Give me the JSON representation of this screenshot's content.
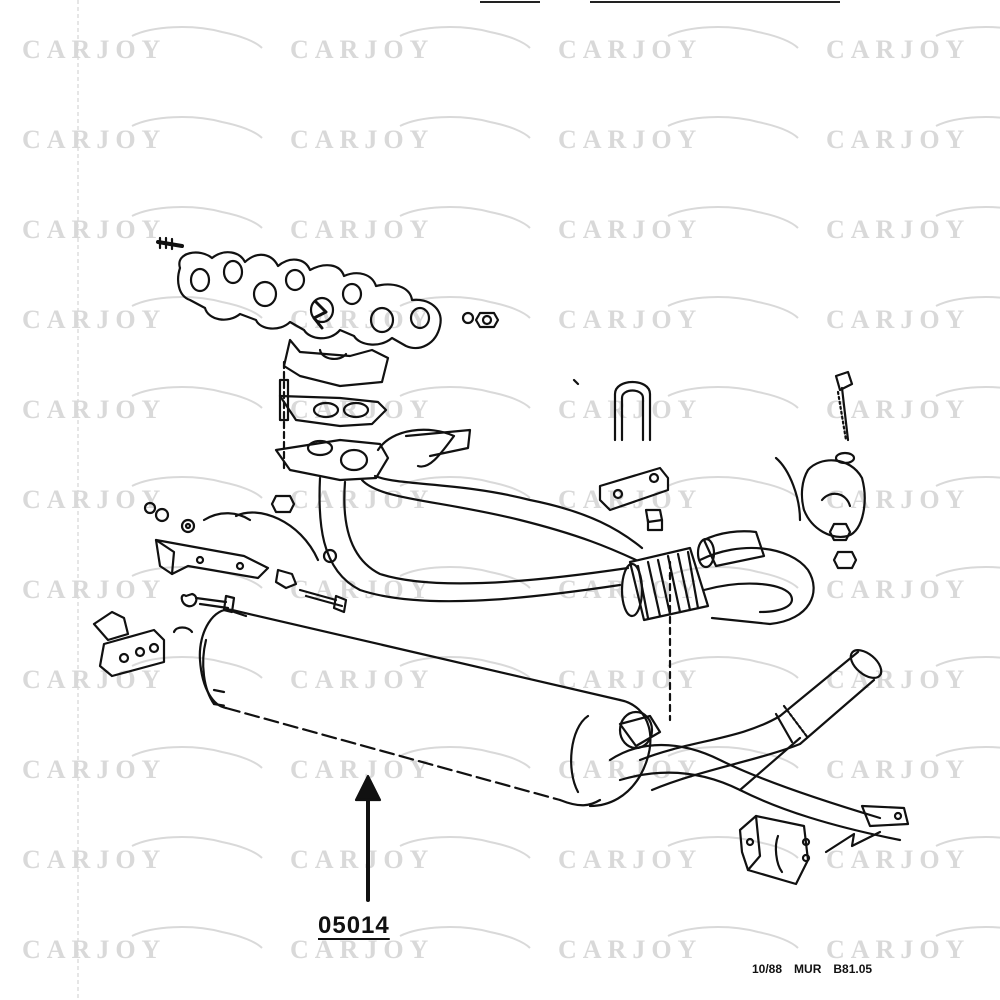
{
  "watermark": {
    "text": "CARJOY",
    "color": "#d9d9d9"
  },
  "callout": {
    "part_number": "05014"
  },
  "footer": {
    "date": "10/88",
    "code_a": "MUR",
    "code_b": "B81.05"
  },
  "colors": {
    "ink": "#111111",
    "paper": "#ffffff"
  }
}
